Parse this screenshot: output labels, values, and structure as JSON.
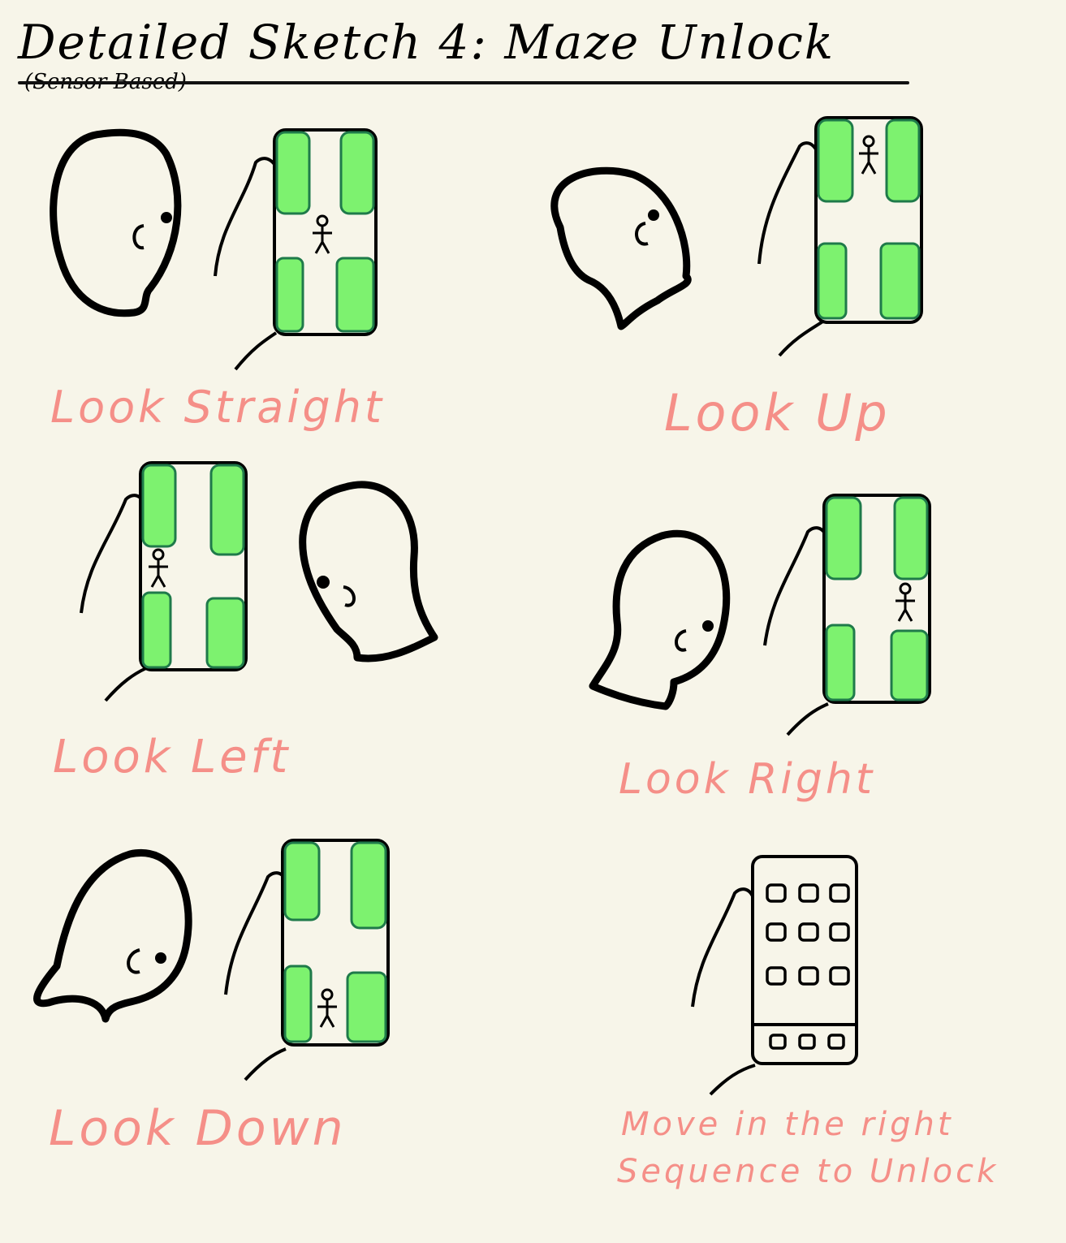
{
  "title": {
    "main": "Detailed Sketch 4: Maze Unlock",
    "sub": "(Sensor Based)"
  },
  "panels": [
    {
      "caption": "Look Straight"
    },
    {
      "caption": "Look Up"
    },
    {
      "caption": "Look Left"
    },
    {
      "caption": "Look Right"
    },
    {
      "caption": "Look Down"
    },
    {
      "caption_line1": "Move in the right",
      "caption_line2": "Sequence to Unlock"
    }
  ],
  "colors": {
    "maze_green": "#7df26f",
    "maze_edge": "#1f7a4a",
    "caption": "#f58f88",
    "ink": "#000000",
    "paper": "#f7f5e9"
  },
  "icons": [
    "head-icon",
    "hand-icon",
    "phone-icon",
    "stick-figure-icon",
    "app-grid-icon"
  ]
}
